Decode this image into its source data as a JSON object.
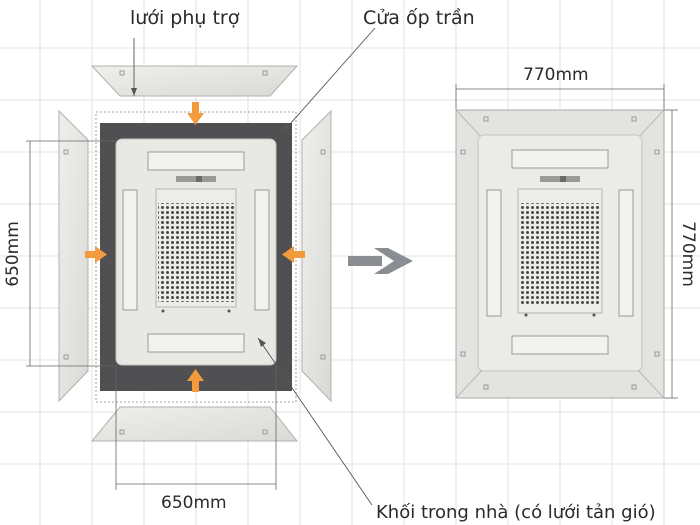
{
  "labels": {
    "auxiliary_panel": "lưới phụ trợ",
    "ceiling_cover": "Cửa ốp trần",
    "indoor_unit": "Khối trong nhà (có lưới tản gió)",
    "width_left": "650mm",
    "height_left": "650mm",
    "width_right": "770mm",
    "height_right": "770mm"
  },
  "colors": {
    "arrow_orange": "#f39a3c",
    "dark_frame": "#505052",
    "panel_fill": "#e6e6e3",
    "transition_arrow": "#8a8d92"
  },
  "icons": {
    "transition": "chevron-right-arrow"
  }
}
